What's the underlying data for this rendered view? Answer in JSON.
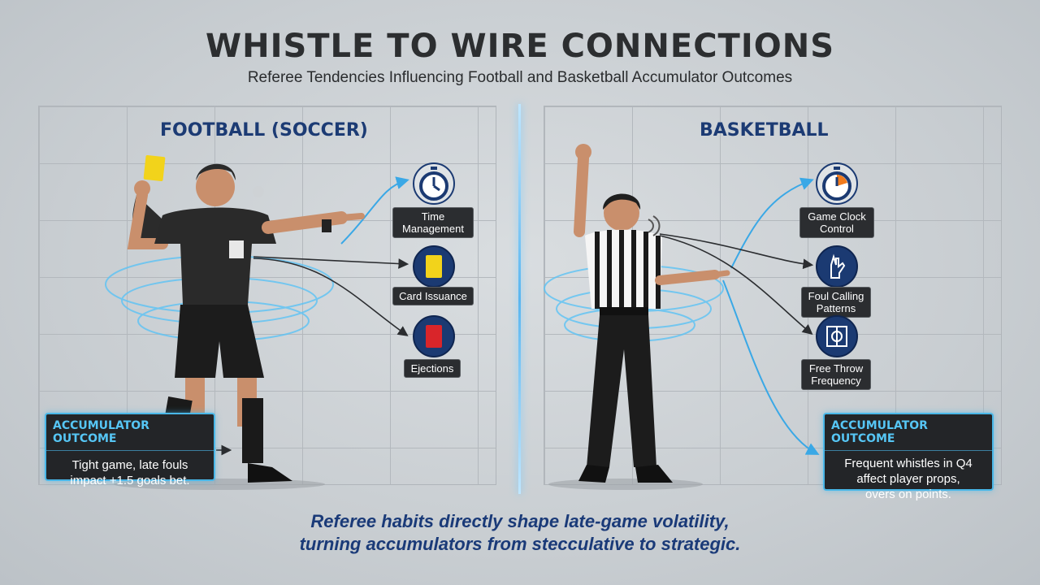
{
  "title": "WHISTLE TO WIRE CONNECTIONS",
  "subtitle": "Referee Tendencies Influencing Football and Basketball Accumulator Outcomes",
  "football": {
    "heading": "FOOTBALL (SOCCER)",
    "factors": [
      {
        "label": "Time\nManagement",
        "icon": "stopwatch-icon"
      },
      {
        "label": "Card Issuance",
        "icon": "yellow-card-icon"
      },
      {
        "label": "Ejections",
        "icon": "red-card-icon"
      }
    ],
    "outcome": {
      "heading": "ACCUMULATOR OUTCOME",
      "text": "Tight game, late fouls\nimpact +1.5 goals bet."
    }
  },
  "basketball": {
    "heading": "BASKETBALL",
    "factors": [
      {
        "label": "Game Clock\nControl",
        "icon": "stopwatch-icon"
      },
      {
        "label": "Foul Calling\nPatterns",
        "icon": "hand-signal-icon"
      },
      {
        "label": "Free Throw\nFrequency",
        "icon": "court-icon"
      }
    ],
    "outcome": {
      "heading": "ACCUMULATOR OUTCOME",
      "text": "Frequent whistles in Q4\naffect player props,\novers on points."
    }
  },
  "footer": {
    "line1": "Referee habits directly shape late-game volatility,",
    "line2": "turning accumulators from stecculative to strategic."
  },
  "colors": {
    "navy": "#1b3a72",
    "accent_blue": "#49b7e8",
    "yellow_card": "#f2d31b",
    "red_card": "#d9252a",
    "dark_box": "#232528"
  }
}
